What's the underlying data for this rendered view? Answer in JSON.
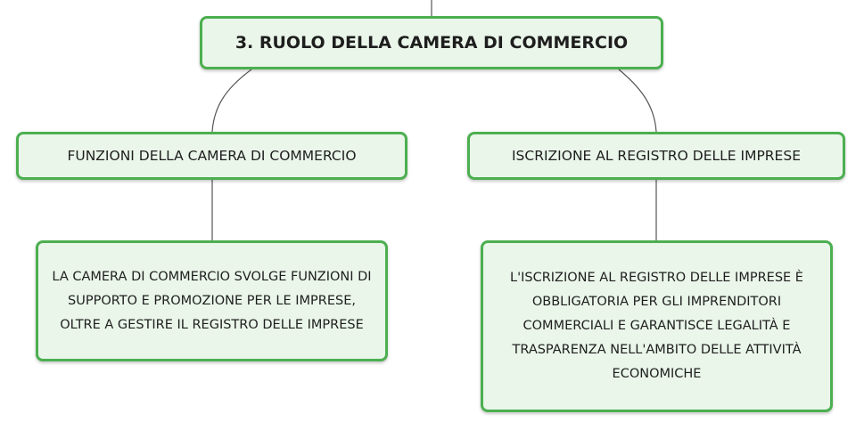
{
  "root": {
    "title": "3. RUOLO DELLA CAMERA DI COMMERCIO"
  },
  "branches": [
    {
      "title": "FUNZIONI DELLA CAMERA DI COMMERCIO",
      "detail": "LA CAMERA DI COMMERCIO SVOLGE FUNZIONI DI SUPPORTO E PROMOZIONE PER LE IMPRESE, OLTRE A GESTIRE IL REGISTRO DELLE IMPRESE"
    },
    {
      "title": "ISCRIZIONE AL REGISTRO DELLE IMPRESE",
      "detail": "L'ISCRIZIONE AL REGISTRO DELLE IMPRESE È OBBLIGATORIA PER GLI IMPRENDITORI COMMERCIALI E GARANTISCE LEGALITÀ E TRASPARENZA NELL'AMBITO DELLE ATTIVITÀ ECONOMICHE"
    }
  ],
  "colors": {
    "node_border": "#4caf50",
    "node_fill": "#eaf6ea",
    "connector": "#555555",
    "text": "#1e1e1e"
  }
}
